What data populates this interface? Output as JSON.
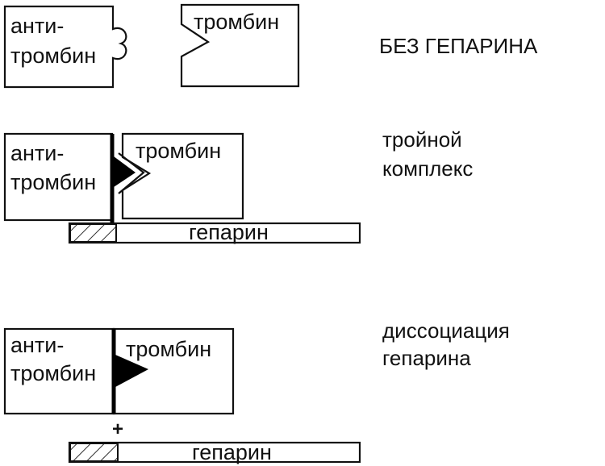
{
  "panel1": {
    "antithrombin_line1": "анти-",
    "antithrombin_line2": "тромбин",
    "thrombin": "тромбин",
    "caption": "БЕЗ ГЕПАРИНА"
  },
  "panel2": {
    "antithrombin_line1": "анти-",
    "antithrombin_line2": "тромбин",
    "thrombin": "тромбин",
    "heparin": "гепарин",
    "caption_line1": "тройной",
    "caption_line2": "комплекс"
  },
  "panel3": {
    "antithrombin_line1": "анти-",
    "antithrombin_line2": "тромбин",
    "thrombin": "тромбин",
    "plus": "+",
    "heparin": "гепарин",
    "caption_line1": "диссоциация",
    "caption_line2": "гепарина"
  },
  "colors": {
    "ink": "#111111",
    "background": "#ffffff"
  }
}
